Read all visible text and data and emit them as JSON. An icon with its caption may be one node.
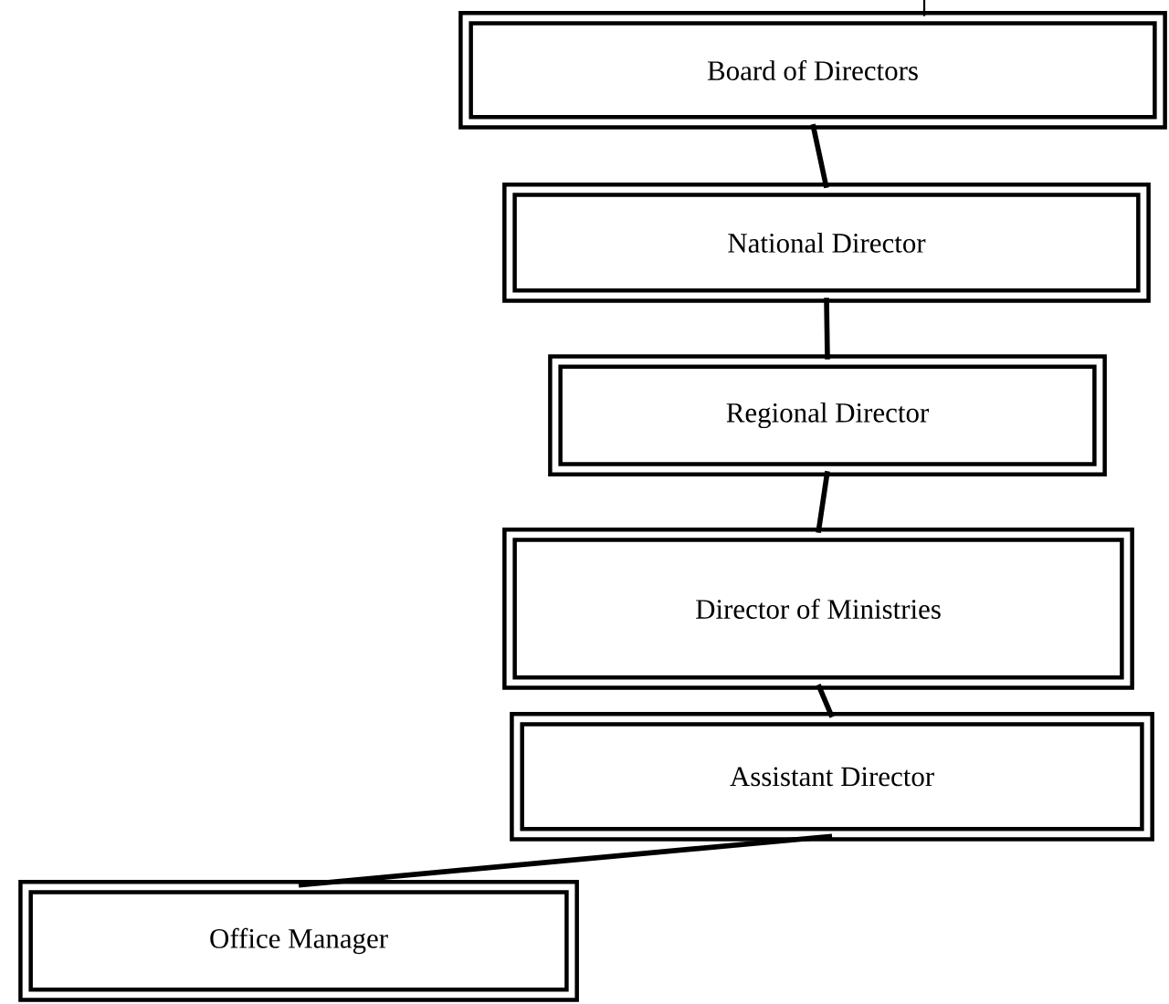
{
  "diagram": {
    "nodes": [
      {
        "text": [
          "Board of Directors"
        ]
      },
      {
        "text": [
          "National Director"
        ]
      },
      {
        "text": [
          "Regional Director"
        ]
      },
      {
        "text": [
          "Director of Ministries"
        ]
      },
      {
        "text": [
          "Assistant Director"
        ]
      },
      {
        "text": [
          "Office Manager"
        ]
      }
    ],
    "edges": [
      {
        "from": null,
        "to": 0,
        "arrow": "none"
      },
      {
        "from": 0,
        "to": 1,
        "arrow": "none"
      },
      {
        "from": 1,
        "to": 2,
        "arrow": "none"
      },
      {
        "from": 2,
        "to": 3,
        "arrow": "none"
      },
      {
        "from": 3,
        "to": 4,
        "arrow": "none"
      },
      {
        "from": 4,
        "to": 5,
        "arrow": "none"
      }
    ]
  }
}
